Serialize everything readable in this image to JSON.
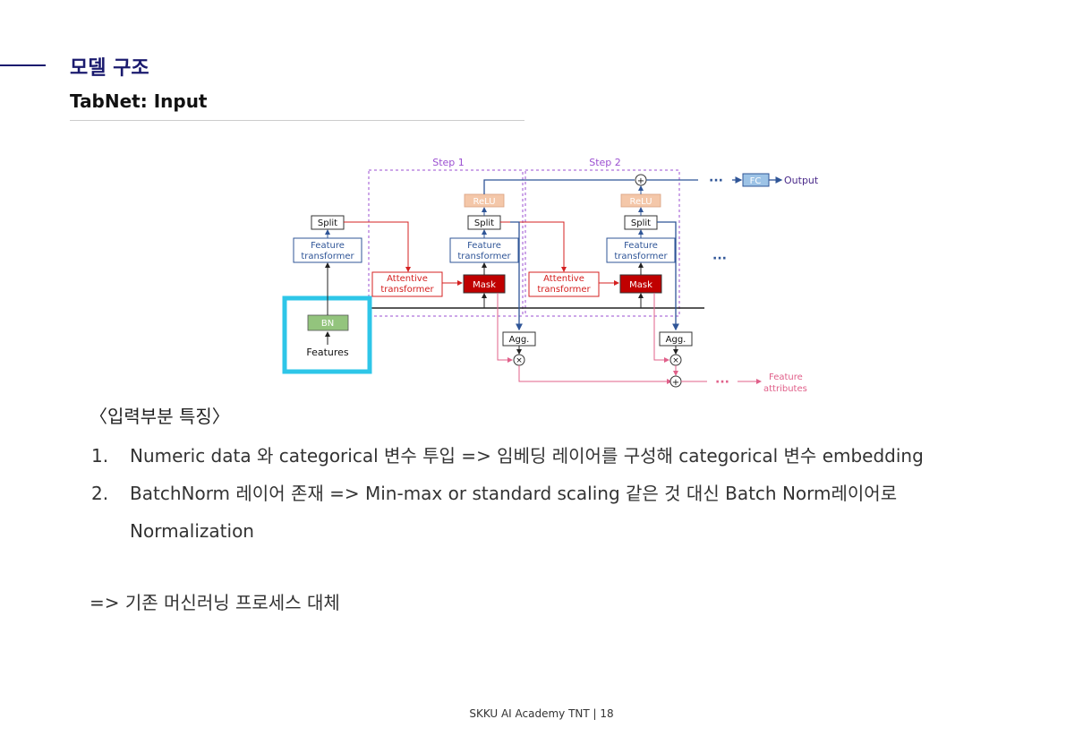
{
  "slide": {
    "title": "모델 구조",
    "subtitle": "TabNet: Input",
    "footer": "SKKU AI Academy TNT | 18"
  },
  "diagram": {
    "step1_label": "Step 1",
    "step2_label": "Step 2",
    "split_label": "Split",
    "feature_transformer_line1": "Feature",
    "feature_transformer_line2": "transformer",
    "attentive_transformer_line1": "Attentive",
    "attentive_transformer_line2": "transformer",
    "mask_label": "Mask",
    "relu_label": "ReLU",
    "agg_label": "Agg.",
    "bn_label": "BN",
    "features_label": "Features",
    "fc_label": "FC",
    "output_label": "Output",
    "ellipsis": "···",
    "feature_attributes_line1": "Feature",
    "feature_attributes_line2": "attributes",
    "plus_symbol": "+",
    "times_symbol": "×",
    "colors": {
      "step_border": "#9b4fd1",
      "highlight": "#2ec6e8",
      "mask_fill": "#c00000",
      "attentive": "#d42020",
      "feature_transformer": "#2f5597",
      "relu_fill": "#f4c7a9",
      "bn_fill": "#93c47d",
      "fc_fill": "#9dc3e6",
      "attribute_line": "#e0608a"
    }
  },
  "content": {
    "section_heading": "〈입력부분 특징〉",
    "items": [
      {
        "number": "1.",
        "text": "Numeric data 와 categorical 변수 투입 => 임베딩 레이어를 구성해 categorical 변수 embedding"
      },
      {
        "number": "2.",
        "text": "BatchNorm 레이어 존재 => Min-max  or standard scaling 같은 것 대신 Batch Norm레이어로 Normalization"
      }
    ],
    "conclusion": "=> 기존 머신러닝 프로세스 대체"
  }
}
